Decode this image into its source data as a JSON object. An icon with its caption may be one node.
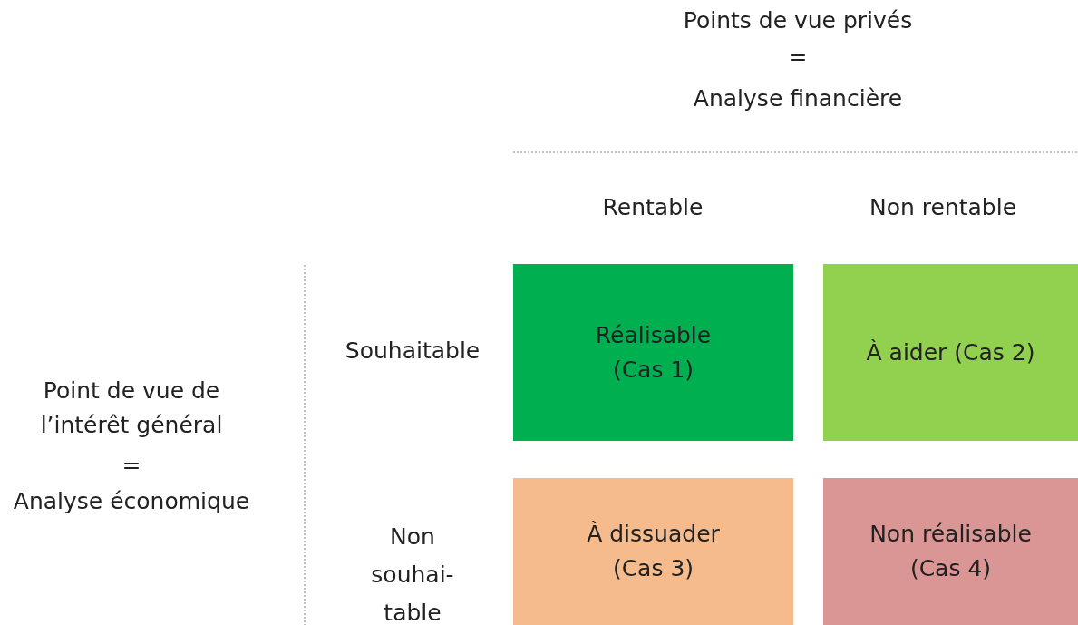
{
  "diagram": {
    "nodes": [
      {
        "text": [
          "Réalisable (Cas 1)"
        ]
      },
      {
        "text": [
          "À aider (Cas 2)"
        ]
      },
      {
        "text": [
          "À dissuader (Cas 3)"
        ]
      },
      {
        "text": [
          "Non réalisable (Cas 4)"
        ]
      }
    ],
    "labels": [
      "Points de vue privés",
      "=",
      "Analyse financière",
      "Rentable",
      "Non rentable",
      "Souhaitable",
      "Point de vue de l’intérêt général",
      "=",
      "Analyse économique",
      "Non souhai- table"
    ]
  }
}
